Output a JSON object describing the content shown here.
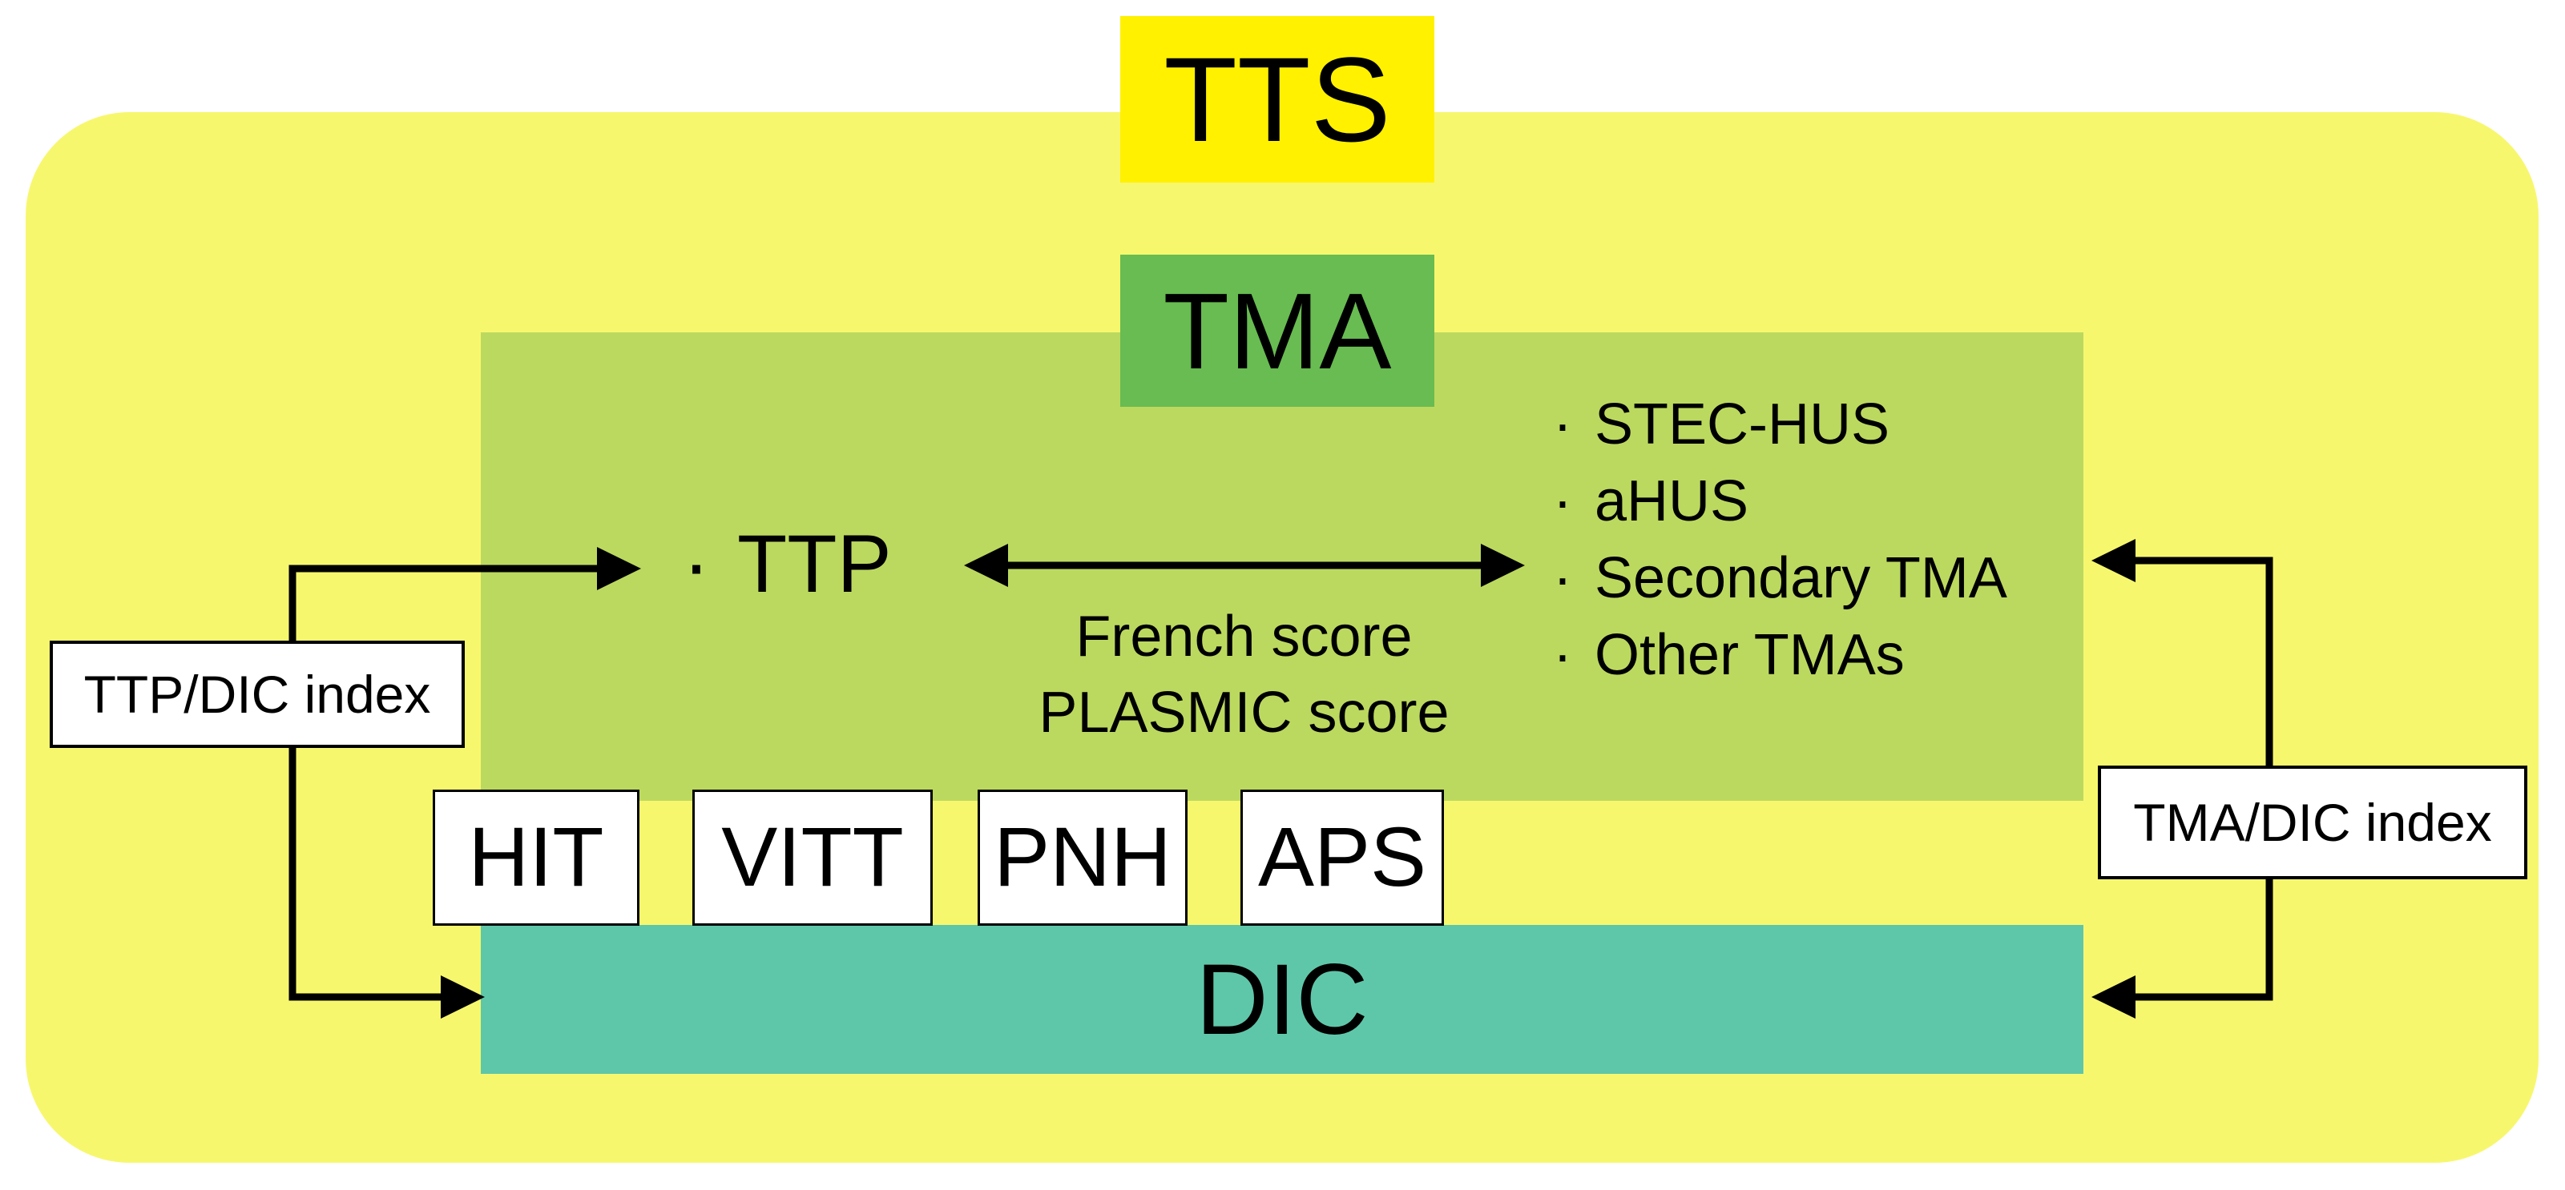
{
  "diagram": {
    "tts_label": "TTS",
    "tma_label": "TMA",
    "bullet": "·",
    "ttp_label": "TTP",
    "arrow_caption_lines": [
      "French score",
      "PLASMIC score"
    ],
    "tma_list": [
      "STEC-HUS",
      "aHUS",
      "Secondary TMA",
      "Other TMAs"
    ],
    "chips": [
      "HIT",
      "VITT",
      "PNH",
      "APS"
    ],
    "dic_label": "DIC",
    "left_index_label": "TTP/DIC index",
    "right_index_label": "TMA/DIC index",
    "colors": {
      "outer_bg": "#F7F76E",
      "tts_bg": "#FFF100",
      "tma_region_bg": "#BCD95F",
      "tma_label_bg": "#68BC51",
      "dic_bg": "#5FC7A9",
      "chip_bg": "#FFFFFF",
      "line": "#000000",
      "text": "#000000",
      "page_bg": "#FFFFFF"
    }
  }
}
